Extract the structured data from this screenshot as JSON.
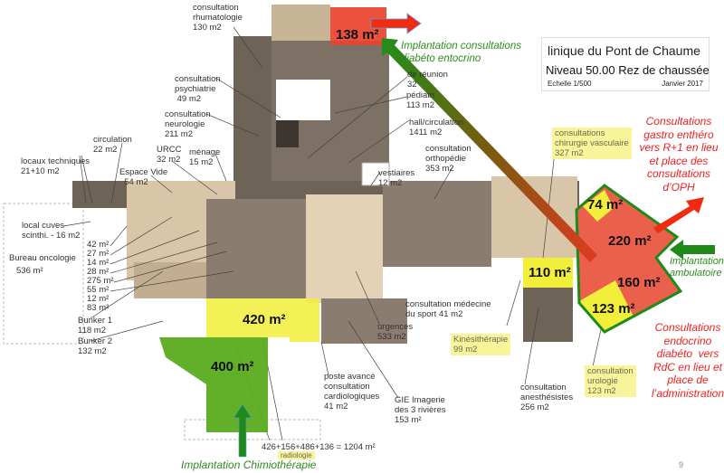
{
  "title_block": {
    "clinic": "linique du Pont de Chaume",
    "level": "Niveau 50.00 Rez de chaussée",
    "scale": "Echelle 1/500",
    "date": "Janvier 2017"
  },
  "room_labels": [
    "consultation\nrhumatologie\n130 m2",
    "consultation\npsychiatrie\n 49 m2",
    "consultation\nneurologie\n211 m2",
    "circulation\n22 m2",
    "locaux techniques\n21+10 m2",
    "URCC\n32 m2",
    "ménage\n15 m2",
    "Espace Vide\n  54 m2",
    "local cuves\nscinthi. - 16 m2",
    "Bureau oncologie",
    "536 m²",
    "42 m²\n27 m²\n14 m²\n28 m²\n275 m²\n55 m²\n12 m²\n83 m²",
    "Bunker 1\n118 m2",
    "Bunker 2\n132 m2",
    "de réunion\n32",
    "pédiatri\n113 m2",
    "hall/circulation\n1411 m2",
    "consultation\northopédie\n353 m2",
    "vestiaires\n12 m2",
    "consultation médecine\ndu sport 41 m2",
    "urgences\n533 m2",
    "poste avancé\nconsultation\ncardiologiques\n41 m2",
    "GIE Imagerie\ndes 3 rivières\n153 m²",
    "426+156+486+136 = 1204 m²",
    "consultation\nanesthésistes\n256 m2"
  ],
  "highlighted_labels": [
    "consultations\nchirurgie vasculaire\n327 m2",
    "Kinésithérapie\n99 m2",
    "consultation\nurologie\n123 m2",
    "radiologie"
  ],
  "zones": [
    {
      "area": "138 m²",
      "color": "#e8432e"
    },
    {
      "area": "420 m²",
      "color": "#f2ef3a"
    },
    {
      "area": "400 m²",
      "color": "#5aab1f"
    },
    {
      "area": "74 m²",
      "color": "#f2ef3a"
    },
    {
      "area": "220 m²",
      "color": "#e8432e"
    },
    {
      "area": "110 m²",
      "color": "#f2ef3a"
    },
    {
      "area": "160 m²",
      "color": "#e8432e"
    },
    {
      "area": "123 m²",
      "color": "#f2ef3a"
    }
  ],
  "annotations": {
    "diabeto": "Implantation consultations\ndiabéto entocrino",
    "gastro": "Consultations\ngastro enthéro\nvers R+1 en lieu\net place des\nconsultations\nd’OPH",
    "ambulatoire": "Implantation\nambulatoire",
    "endocrino": "Consultations\nendocrino\ndiabéto  vers\nRdC en lieu et\nplace de\nl’administration",
    "chimio": "Implantation Chimiothérapie"
  },
  "colors": {
    "red": "#f02020",
    "green": "#2e8b1e",
    "wall": "#6e6357",
    "tan": "#d9c6a8"
  },
  "page_number": "9"
}
